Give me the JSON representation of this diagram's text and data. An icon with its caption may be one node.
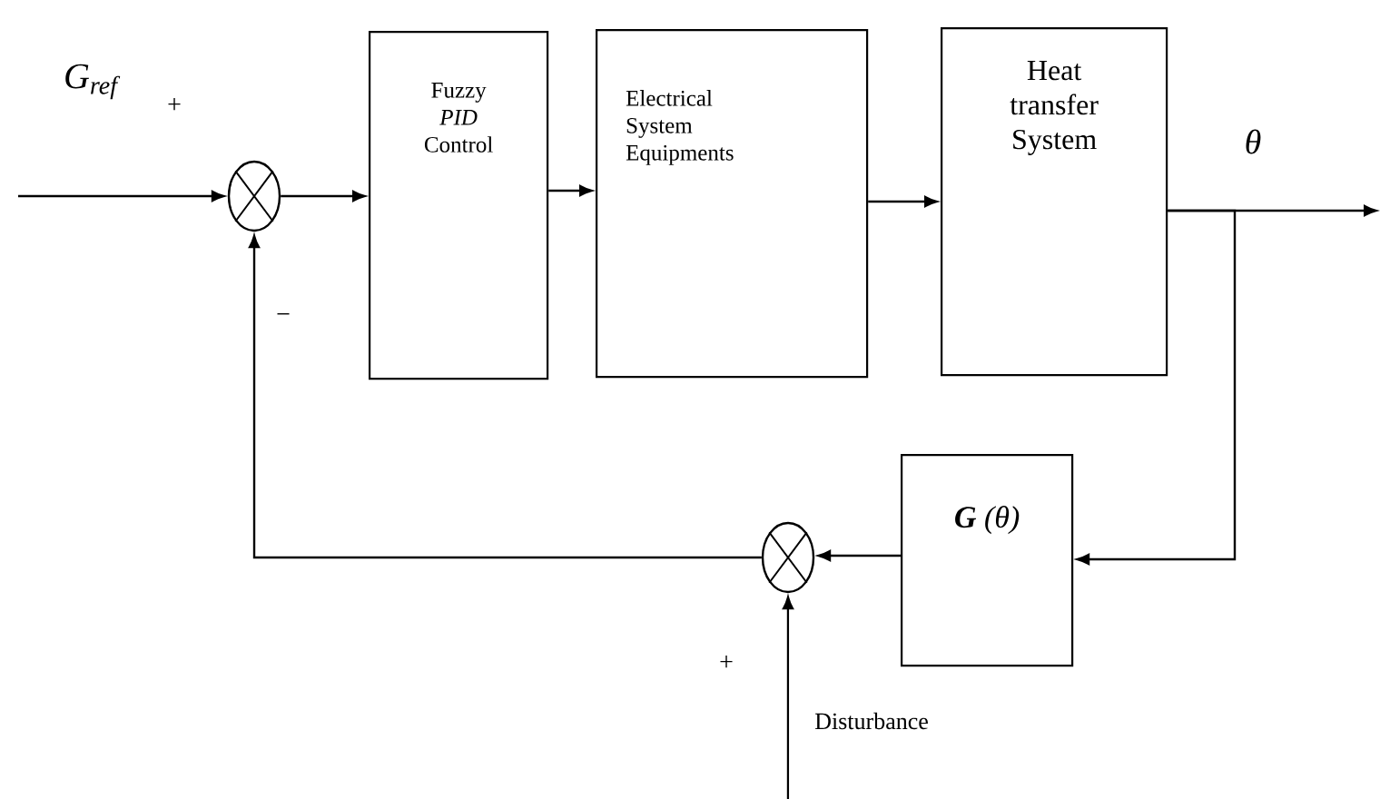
{
  "diagram": {
    "nodes": [
      {
        "text": [],
        "shape": "circle"
      },
      {
        "text": [
          "Fuzzy *PID* Control"
        ]
      },
      {
        "text": [
          "Electrical System Equipments"
        ]
      },
      {
        "text": [
          "Heat transfer System"
        ]
      },
      {
        "text": [
          "**G** (θ)"
        ]
      },
      {
        "text": [],
        "shape": "circle"
      }
    ],
    "edges": [
      {
        "from": null,
        "to": 0,
        "arrow": "to",
        "label": "G$_{ref}$"
      },
      {
        "from": 0,
        "to": 1,
        "arrow": "to"
      },
      {
        "from": 1,
        "to": 2,
        "arrow": "to"
      },
      {
        "from": 2,
        "to": 3,
        "arrow": "to"
      },
      {
        "from": 3,
        "to": null,
        "arrow": "to",
        "label": "θ"
      },
      {
        "from": 3,
        "to": 4,
        "arrow": "to"
      },
      {
        "from": 4,
        "to": 5,
        "arrow": "to"
      },
      {
        "from": 5,
        "to": 0,
        "arrow": "to"
      },
      {
        "from": null,
        "to": 5,
        "arrow": "to",
        "label": "Disturbance"
      }
    ],
    "labels": [
      "+",
      "−",
      "+"
    ]
  }
}
